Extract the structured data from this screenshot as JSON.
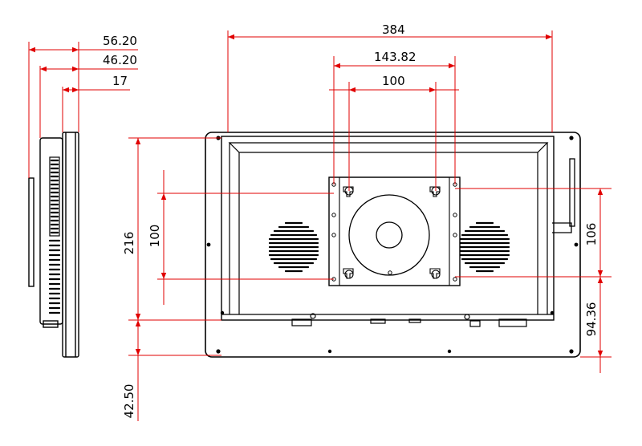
{
  "drawing": {
    "side_view": {
      "depth_total": "56.20",
      "depth_body": "46.20",
      "depth_bezel": "17"
    },
    "front_view": {
      "overall_width": "384",
      "mount_hole_span": "143.82",
      "vesa_width": "100",
      "overall_height": "216",
      "vesa_height_left": "100",
      "bottom_offset": "42.50",
      "vesa_height_right": "106",
      "right_lower_offset": "94.36"
    }
  },
  "colors": {
    "dimension": "#e00000",
    "outline": "#000000",
    "background": "#ffffff"
  }
}
